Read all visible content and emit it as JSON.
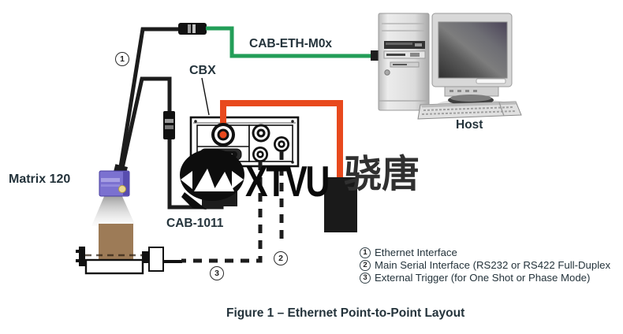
{
  "figure": {
    "caption": "Figure 1 – Ethernet Point-to-Point Layout"
  },
  "labels": {
    "cable_ethernet": "CAB-ETH-M0x",
    "connection_box": "CBX",
    "reader": "Matrix 120",
    "cable_serial": "CAB-1011",
    "host": "Host"
  },
  "callouts": {
    "ethernet": "1",
    "serial": "2",
    "trigger": "3"
  },
  "legend": {
    "items": [
      {
        "num": "1",
        "text": "Ethernet Interface"
      },
      {
        "num": "2",
        "text": "Main Serial Interface (RS232 or RS422 Full-Duplex"
      },
      {
        "num": "3",
        "text": "External Trigger (for One Shot or Phase Mode)"
      }
    ]
  },
  "watermark": {
    "latin": "XTVU",
    "cjk": "骁唐"
  },
  "colors": {
    "green_cable": "#239e58",
    "orange_cable": "#e8491d",
    "reader_purple": "#7b71d0",
    "package_brown": "#9d7b57",
    "text": "#24333b"
  }
}
